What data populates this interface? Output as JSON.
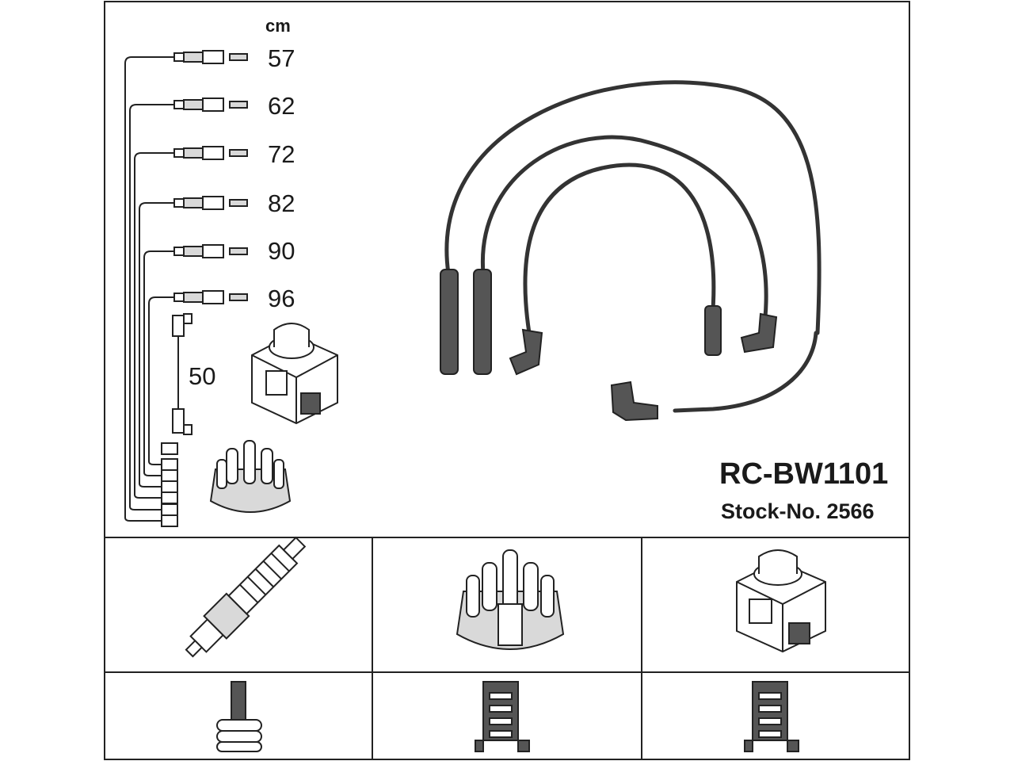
{
  "product": {
    "code": "RC-BW1101",
    "stock_number": "Stock-No. 2566"
  },
  "lengths": {
    "unit": "cm",
    "cables": [
      "57",
      "62",
      "72",
      "82",
      "90",
      "96"
    ],
    "coil_lead": "50"
  },
  "components": {
    "top_row": [
      "spark-plug-icon",
      "distributor-cap-icon",
      "ignition-coil-icon"
    ],
    "bottom_row": [
      "plug-connector-icon",
      "cap-connector-icon",
      "coil-connector-icon"
    ]
  }
}
